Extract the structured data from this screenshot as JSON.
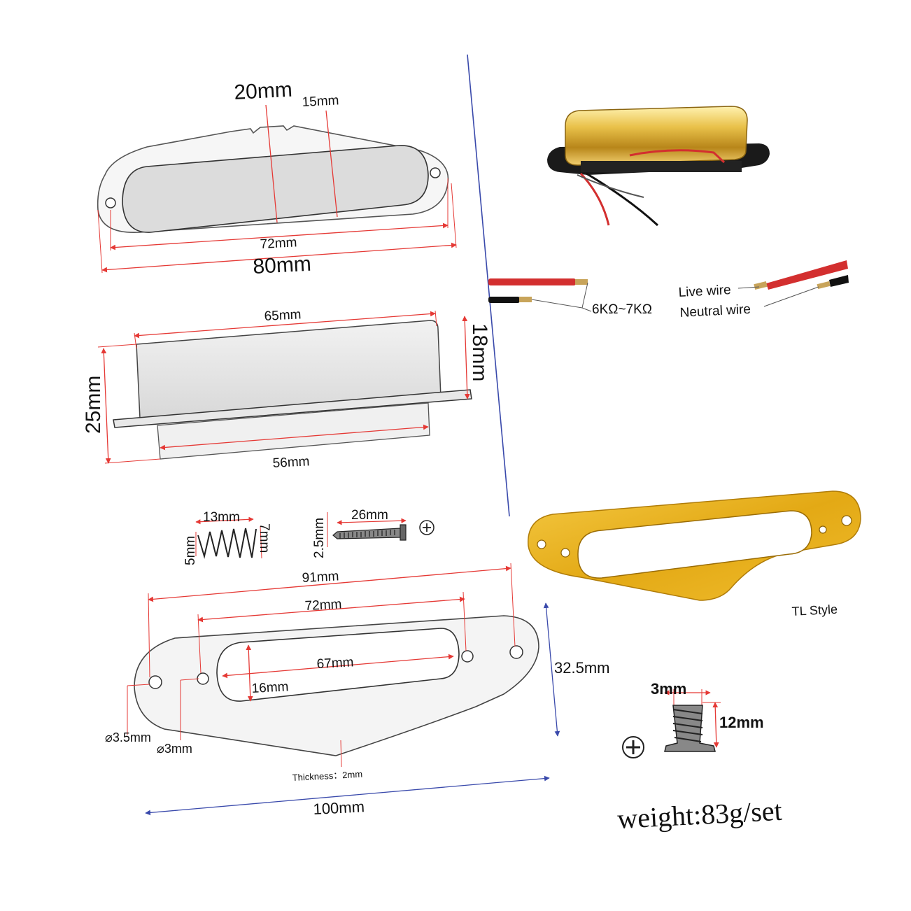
{
  "pickup_top_view": {
    "dim_total_width": "20mm",
    "dim_pole_width": "15mm",
    "dim_inner_length": "72mm",
    "dim_outer_length": "80mm"
  },
  "pickup_side_view": {
    "dim_cover_length": "65mm",
    "dim_cover_height": "18mm",
    "dim_total_height": "25mm",
    "dim_bobbin_length": "56mm"
  },
  "spring": {
    "dim_length": "13mm",
    "dim_diameter_small": "5mm",
    "dim_diameter_large": "7mm"
  },
  "screw": {
    "dim_length": "26mm",
    "dim_diameter": "2.5mm"
  },
  "mounting_ring_drawing": {
    "dim_hole_spacing_outer": "91mm",
    "dim_hole_spacing_inner": "72mm",
    "dim_window_length": "67mm",
    "dim_window_height": "16mm",
    "dim_height": "32.5mm",
    "dim_hole_outer": "⌀3.5mm",
    "dim_hole_inner": "⌀3mm",
    "thickness": "Thickness：2mm",
    "dim_total_length": "100mm"
  },
  "wiring": {
    "resistance": "6KΩ~7KΩ",
    "live_wire": "Live wire",
    "neutral_wire": "Neutral wire"
  },
  "gold_ring": {
    "style_label": "TL Style",
    "color": "#e5b21c"
  },
  "mount_screw": {
    "dim_head": "3mm",
    "dim_length": "12mm"
  },
  "weight": "weight:83g/set",
  "colors": {
    "dimension_line": "#e53935",
    "divider": "#3949ab",
    "gold": "#e5b21c",
    "wire_red": "#d32f2f"
  }
}
